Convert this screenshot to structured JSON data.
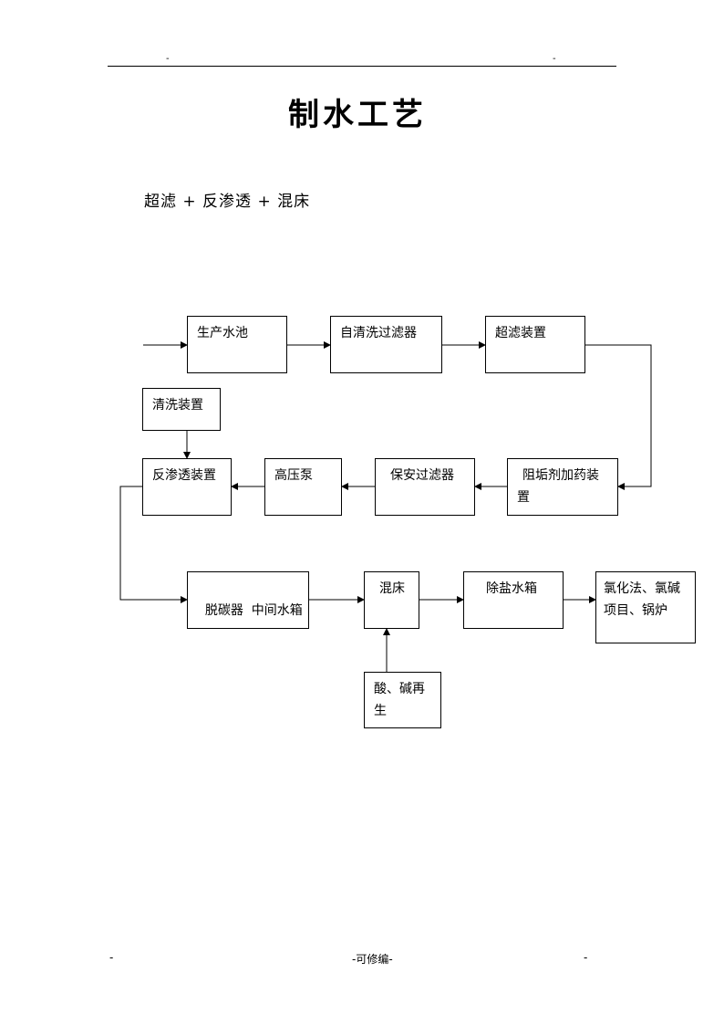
{
  "header": {
    "left_mark": "-",
    "right_mark": "-"
  },
  "title": "制水工艺",
  "subtitle": "超滤 + 反渗透 + 混床",
  "nodes": {
    "pool": "生产水池",
    "self_clean_filter": "自清洗过滤器",
    "uf_device": "超滤装置",
    "cleaning_device": "清洗装置",
    "ro_device": "反渗透装置",
    "hp_pump": "高压泵",
    "security_filter": "保安过滤器",
    "antiscalant": "阻垢剂加药装置",
    "decarb_tank": "脱碳器  中间水箱",
    "mixed_bed": "混床",
    "desalt_tank": "除盐水箱",
    "end_use": "氯化法、氯碱项目、锅炉",
    "regen": "酸、碱再生"
  },
  "footer": {
    "left": "-",
    "center": "-可修编-",
    "right": "-"
  }
}
